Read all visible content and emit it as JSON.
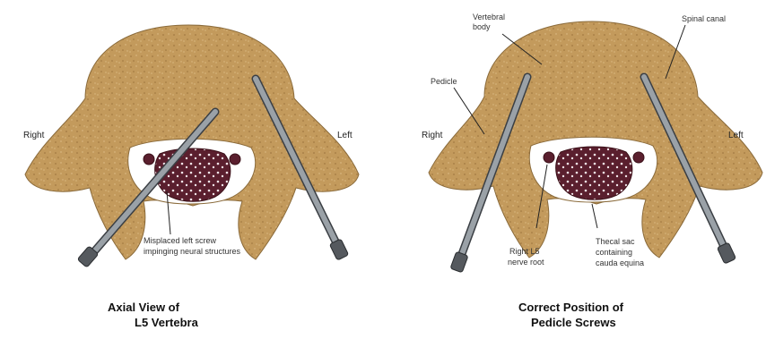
{
  "colors": {
    "bone": "#c39a5c",
    "bone_edge": "#8a6a3a",
    "canal": "#ffffff",
    "nerve": "#5a1f2e",
    "nerve_dots": "#f2e6ea",
    "screw": "#8f969c",
    "screw_edge": "#3b3f44",
    "screw_head": "#55595e"
  },
  "left_panel": {
    "label_right": "Right",
    "label_left": "Left",
    "annotation_line1": "Misplaced left screw",
    "annotation_line2": "impinging neural structures",
    "caption_line1": "Axial View of",
    "caption_line2": "L5 Vertebra"
  },
  "right_panel": {
    "label_right": "Right",
    "label_left": "Left",
    "vertebral_body_line1": "Vertebral",
    "vertebral_body_line2": "body",
    "spinal_canal": "Spinal canal",
    "pedicle": "Pedicle",
    "nerve_root_line1": "Right L5",
    "nerve_root_line2": "nerve root",
    "thecal_sac_line1": "Thecal sac",
    "thecal_sac_line2": "containing",
    "thecal_sac_line3": "cauda equina",
    "caption_line1": "Correct Position of",
    "caption_line2": "Pedicle Screws"
  }
}
